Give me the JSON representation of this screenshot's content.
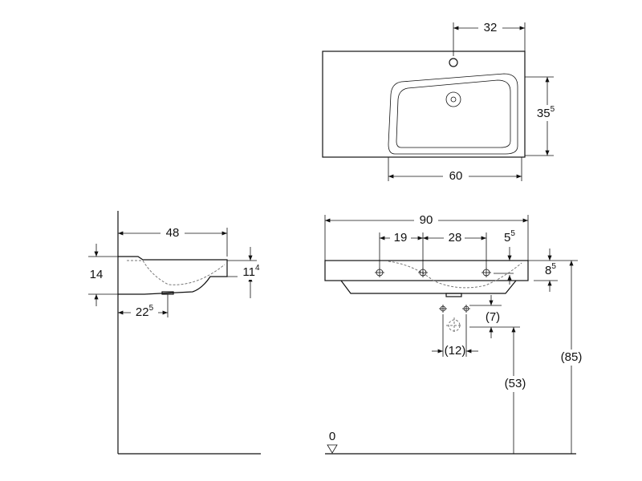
{
  "top_view": {
    "dim_tap_offset": {
      "main": "32"
    },
    "dim_basin_depth": {
      "main": "35",
      "sup": "5"
    },
    "dim_basin_width": {
      "main": "60"
    }
  },
  "front_view": {
    "dim_total_width": {
      "main": "90"
    },
    "dim_hole_left": {
      "main": "19"
    },
    "dim_hole_right": {
      "main": "28"
    },
    "dim_rim": {
      "main": "5",
      "sup": "5"
    },
    "dim_height": {
      "main": "8",
      "sup": "5"
    },
    "dim_drain_drop": {
      "main": "(7)"
    },
    "dim_supply_spacing": {
      "main": "(12)"
    },
    "dim_drain_height": {
      "main": "(53)"
    },
    "dim_top_height": {
      "main": "(85)"
    },
    "floor_label": {
      "main": "0"
    }
  },
  "side_view": {
    "dim_depth": {
      "main": "48"
    },
    "dim_height": {
      "main": "14"
    },
    "dim_inner_height": {
      "main": "11",
      "sup": "4"
    },
    "dim_drain_offset": {
      "main": "22",
      "sup": "5"
    }
  }
}
